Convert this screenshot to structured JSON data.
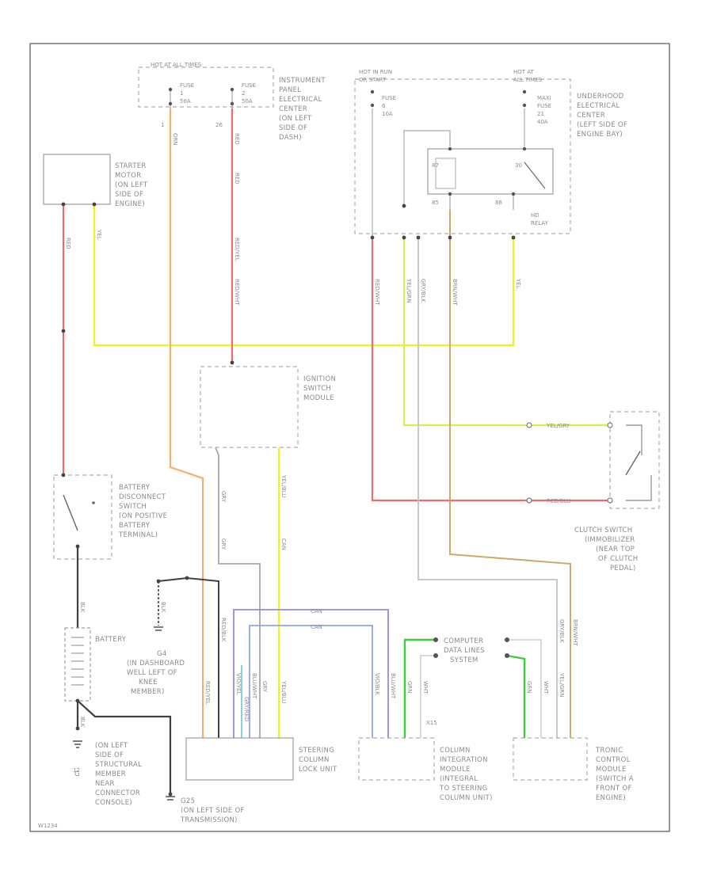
{
  "components": {
    "starter": [
      "STARTER",
      "MOTOR",
      "(ON LEFT",
      "SIDE OF",
      "ENGINE)"
    ],
    "fuse_box_a": [
      "HOT AT ALL TIMES"
    ],
    "fuse_a": [
      "FUSE",
      "1",
      "50A"
    ],
    "fuse_b": [
      "FUSE",
      "2",
      "50A"
    ],
    "ipec": [
      "INSTRUMENT",
      "PANEL",
      "ELECTRICAL",
      "CENTER",
      "(ON LEFT",
      "SIDE OF",
      "DASH)"
    ],
    "hot_in_run": [
      "HOT IN RUN",
      "OR START"
    ],
    "hot_at_all": [
      "HOT AT",
      "ALL TIMES"
    ],
    "fuse_c": [
      "FUSE",
      "6",
      "10A"
    ],
    "fuse_d": [
      "MAXI",
      "FUSE",
      "21",
      "40A"
    ],
    "uec": [
      "UNDERHOOD",
      "ELECTRICAL",
      "CENTER",
      "(LEFT SIDE OF",
      "ENGINE BAY)"
    ],
    "relay": [
      "HD",
      "RELAY"
    ],
    "ignition": [
      "IGNITION",
      "SWITCH",
      "MODULE"
    ],
    "battery_disconnect": [
      "BATTERY",
      "DISCONNECT",
      "SWITCH",
      "(ON POSITIVE",
      "BATTERY",
      "TERMINAL)"
    ],
    "battery": [
      "BATTERY"
    ],
    "g_dash": [
      "G4",
      "(IN DASHBOARD",
      "WELL LEFT OF",
      "KNEE",
      "MEMBER)"
    ],
    "g_struct": [
      "G",
      "(ON LEFT",
      "SIDE OF",
      "STRUCTURAL",
      "MEMBER",
      "NEAR",
      "CONNECTOR",
      "CONSOLE)"
    ],
    "g_trans": [
      "G25",
      "(ON LEFT SIDE OF",
      "TRANSMISSION)"
    ],
    "steering_lock": [
      "STEERING",
      "COLUMN",
      "LOCK UNIT"
    ],
    "column_module": [
      "COLUMN",
      "INTEGRATION",
      "MODULE",
      "(INTEGRAL",
      "TO STEERING",
      "COLUMN UNIT)"
    ],
    "computer_data": [
      "COMPUTER",
      "DATA LINES",
      "SYSTEM"
    ],
    "tronic": [
      "TRONIC",
      "CONTROL",
      "MODULE",
      "(SWITCH A",
      "FRONT OF",
      "ENGINE)"
    ],
    "clutch": [
      "CLUTCH SWITCH",
      "(IMMOBILIZER",
      "(NEAR TOP",
      "OF CLUTCH",
      "PEDAL)"
    ],
    "can_hi": "CAN",
    "can_lo": "CAN",
    "footer_id": "W1234"
  },
  "wires": {
    "colors": {
      "red": "#f06a6a",
      "yellow": "#f2f21a",
      "orange": "#f0b06e",
      "gray": "#a8a8a8",
      "dark": "#404040",
      "tan": "#cfa76a",
      "ygreen": "#d8ec50",
      "pink": "#f07a8a",
      "violet": "#9a8ad8",
      "blue": "#8aa8e8",
      "teal": "#6ac8c8",
      "green": "#3ccd3c",
      "lgray": "#c8c8c8"
    },
    "labels": {
      "starter_red": "RED",
      "starter_yel": "YEL",
      "fuse_a_top": "ORN",
      "fuse_b_top": "RED",
      "fuse_b_mid": "RED",
      "fuse_b_low": "RED/YEL",
      "fuse_b_ign": "RED/WHT",
      "uec_left": "RED/WHT",
      "uec_ygn": "YEL/GRN",
      "uec_gry": "GRY/BLK",
      "uec_tan": "BRN/WHT",
      "uec_yel": "YEL",
      "clutch_top": "YEL/GRY",
      "clutch_bot": "RED/BLU",
      "ign_gry": "GRY",
      "ign_yel": "YEL/BLU",
      "ign_gry2": "GRY",
      "ign_yel2": "CAN",
      "batt_blk": "BLK",
      "gnd_blk": "BLK",
      "blk_a": "BLK",
      "lock_a": "RED/YEL",
      "lock_b": "RED/BLK",
      "lock_c": "VIO/YEL",
      "lock_d": "BLU/WHT",
      "lock_e": "GRY/RED",
      "lock_f": "GRY",
      "lock_g": "YEL/BLU",
      "cim_a": "VIO/BLK",
      "cim_b": "BLU/WHT",
      "cim_c": "GRN",
      "cim_d": "WHT",
      "tcm_a": "GRN",
      "tcm_b": "WHT",
      "tcm_c": "GRY/BLK",
      "tcm_d": "YEL/GRN",
      "tcm_e": "BRN/WHT",
      "pin_a": "1",
      "pin_b": "26",
      "pin_c": "X15",
      "pin_d": "87",
      "pin_e": "30",
      "pin_f": "85",
      "pin_g": "86",
      "pin_h": "12"
    }
  }
}
